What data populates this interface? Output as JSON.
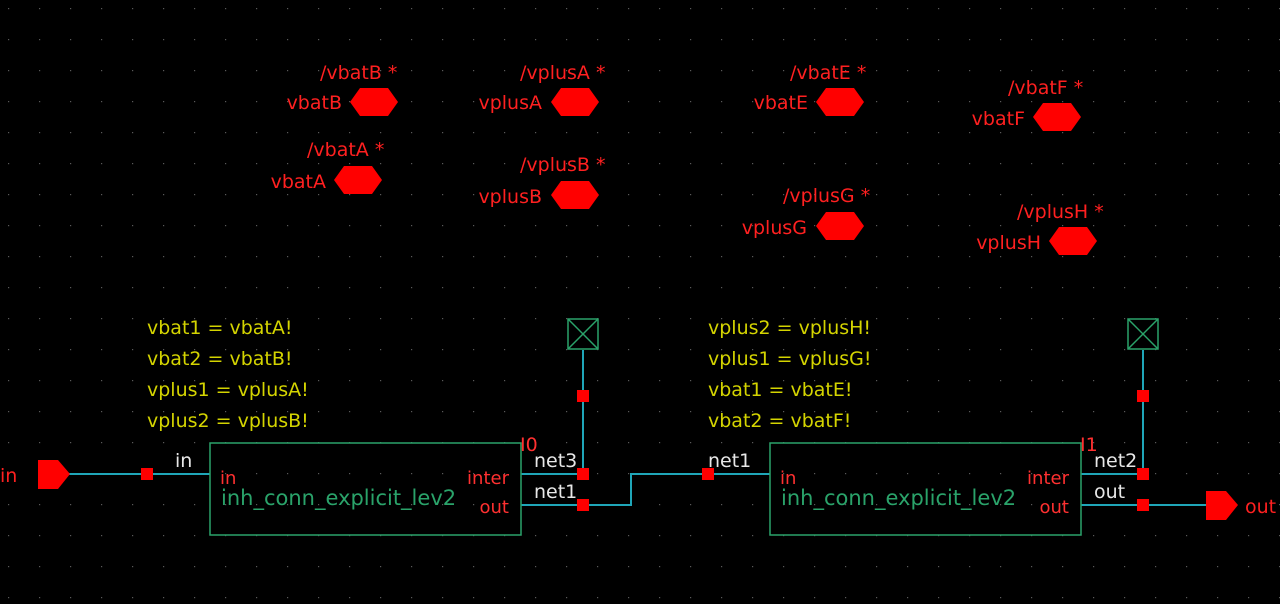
{
  "colors": {
    "background": "#000000",
    "grid_dot": "#5a5a5a",
    "pin": "#ff0000",
    "pin_label": "#ff2020",
    "property_text": "#d4d400",
    "wire": "#1fa6b8",
    "symbol_outline": "#2aa36a",
    "symbol_text": "#2aa36a",
    "instance_label": "#ff3030",
    "wire_label": "#e8e8e8",
    "terminal_box": "#2aa36a",
    "connection_dot": "#ff0000"
  },
  "global_pins": {
    "vbatB": {
      "name": "vbatB",
      "annotation": "/vbatB  *"
    },
    "vplusA": {
      "name": "vplusA",
      "annotation": "/vplusA  *"
    },
    "vbatE": {
      "name": "vbatE",
      "annotation": "/vbatE  *"
    },
    "vbatF": {
      "name": "vbatF",
      "annotation": "/vbatF  *"
    },
    "vbatA": {
      "name": "vbatA",
      "annotation": "/vbatA  *"
    },
    "vplusB": {
      "name": "vplusB",
      "annotation": "/vplusB  *"
    },
    "vplusG": {
      "name": "vplusG",
      "annotation": "/vplusG  *"
    },
    "vplusH": {
      "name": "vplusH",
      "annotation": "/vplusH  *"
    }
  },
  "inst0": {
    "label": "I0",
    "cell": "inh_conn_explicit_lev2",
    "pin_in": "in",
    "pin_inter": "inter",
    "pin_out": "out",
    "properties": [
      "vbat1  =  vbatA!",
      "vbat2  =  vbatB!",
      "vplus1  =  vplusA!",
      "vplus2  =  vplusB!"
    ]
  },
  "inst1": {
    "label": "I1",
    "cell": "inh_conn_explicit_lev2",
    "pin_in": "in",
    "pin_inter": "inter",
    "pin_out": "out",
    "properties": [
      "vplus2  =  vplusH!",
      "vplus1  =  vplusG!",
      "vbat1  =  vbatE!",
      "vbat2  =  vbatF!"
    ]
  },
  "nets": {
    "in": "in",
    "net3": "net3",
    "net1_a": "net1",
    "net1_b": "net1",
    "net2": "net2",
    "out": "out"
  },
  "io_pins": {
    "input": "in",
    "output": "out"
  }
}
